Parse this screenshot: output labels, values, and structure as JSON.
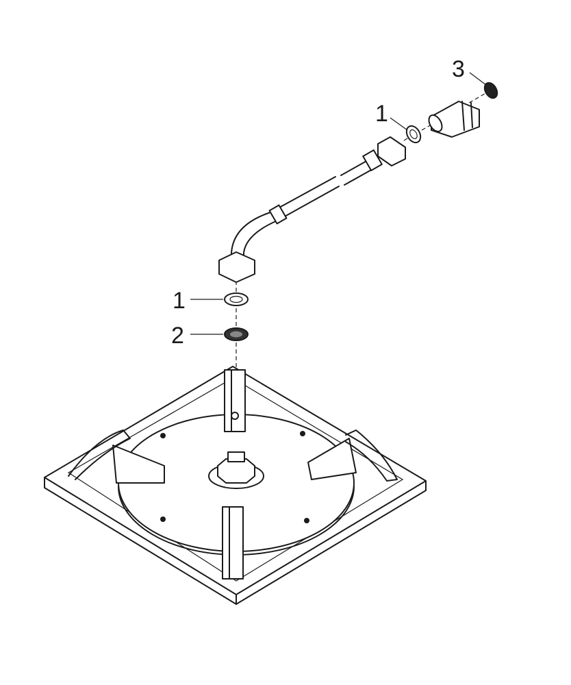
{
  "diagram": {
    "type": "exploded-parts-drawing",
    "callouts": [
      {
        "id": "callout-3",
        "number": "3",
        "part": "seal"
      },
      {
        "id": "callout-1-top",
        "number": "1",
        "part": "washer"
      },
      {
        "id": "callout-1-bottom",
        "number": "1",
        "part": "washer"
      },
      {
        "id": "callout-2",
        "number": "2",
        "part": "filter-seal"
      }
    ]
  }
}
